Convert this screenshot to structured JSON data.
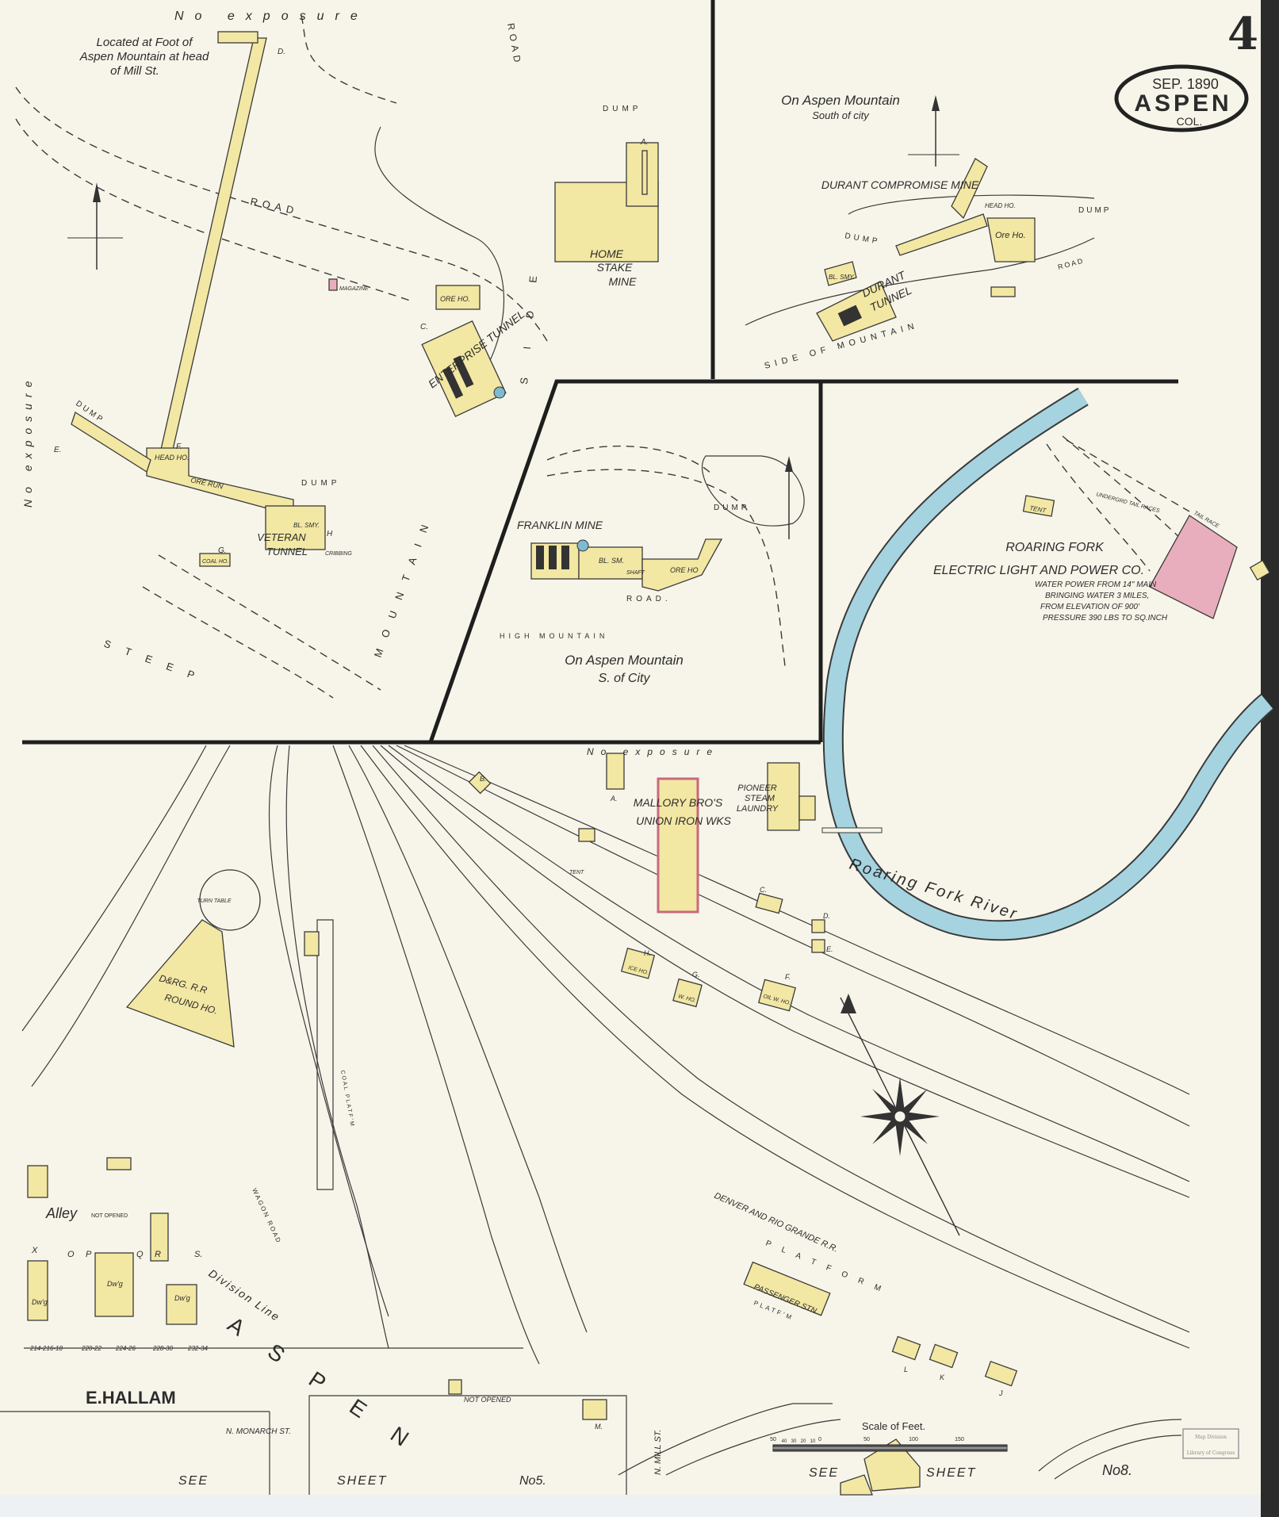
{
  "sheet": {
    "number": "4",
    "cartouche": {
      "date": "SEP. 1890",
      "city": "ASPEN",
      "state": "COL."
    },
    "stamp": {
      "line1": "Map Division",
      "line2": "Library of Congress"
    }
  },
  "colors": {
    "paper": "#f7f5e9",
    "building_frame": "#f2e7a3",
    "building_brick": "#e9aebd",
    "river": "#a6d3e0"
  },
  "top_left_panel": {
    "location_note": [
      "Located at Foot of",
      "Aspen Mountain at head",
      "of Mill St."
    ],
    "no_exposure_top": "No exposure",
    "no_exposure_left": "No exposure",
    "road": "ROAD",
    "road2": "ROAD",
    "home_stake": [
      "HOME",
      "STAKE",
      "MINE"
    ],
    "enterprise": "ENTERPRISE TUNNEL",
    "veteran": [
      "VETERAN",
      "TUNNEL"
    ],
    "dump1": "DUMP",
    "dump2": "DUMP",
    "dump3": "DUMP",
    "steep": "S T E E P",
    "mountain": "M O U N T A I N",
    "side": "S I D E",
    "head_ho": "HEAD HO.",
    "ore_run": "ORE RUN",
    "ore_ho": "ORE HO.",
    "magazine": "MAGAZINE",
    "cribbing": "CRIBBING",
    "bl_smy": "BL. SMY.",
    "coal_ho": "COAL HO.",
    "letters": [
      "A.",
      "C.",
      "D.",
      "E.",
      "F.",
      "G.",
      "H"
    ]
  },
  "top_right_panel": {
    "location": [
      "On Aspen Mountain",
      "South of city"
    ],
    "mine": "DURANT COMPROMISE MINE",
    "tunnel": [
      "DURANT",
      "TUNNEL"
    ],
    "side": "SIDE OF MOUNTAIN",
    "dump1": "DUMP",
    "dump2": "DUMP",
    "ore_ho": "Ore Ho.",
    "head_ho": "HEAD HO.",
    "road": "ROAD",
    "bl_smy": "BL. SMY."
  },
  "franklin_panel": {
    "mine": "FRANKLIN MINE",
    "road": "ROAD.",
    "high_mountain": "HIGH MOUNTAIN",
    "location": [
      "On Aspen Mountain",
      "S. of City"
    ],
    "dump": "DUMP",
    "ore_ho": "ORE HO",
    "bl_sm": "BL. SM.",
    "shaft": "SHAFT"
  },
  "power_panel": {
    "name": [
      "ROARING FORK",
      "ELECTRIC LIGHT AND POWER CO."
    ],
    "notes": [
      "WATER POWER FROM 14\" MAIN",
      "BRINGING WATER 3 MILES,",
      "FROM ELEVATION OF 900'",
      "PRESSURE 390 LBS TO SQ.INCH"
    ],
    "tent": "TENT",
    "tail_races": "UNDERGRD TAIL RACES",
    "tail_race": "TAIL RACE"
  },
  "lower_area": {
    "no_exposure": "No exposure",
    "river": "Roaring Fork River",
    "mallory": [
      "MALLORY BRO'S",
      "UNION IRON WKS"
    ],
    "laundry": [
      "PIONEER",
      "STEAM",
      "LAUNDRY"
    ],
    "turn_table": "TURN TABLE",
    "round_house": [
      "D&RG. R.R",
      "ROUND HO."
    ],
    "railroad": "DENVER AND RIO GRANDE R.R.",
    "platform1": "P L A T F O R M",
    "platform2": "PLATF'M",
    "passenger": "PASSENGER STN.",
    "coal_platform": "COAL PLATF'M",
    "wagon_road": "WAGON ROAD",
    "alley": "Alley",
    "alley_note": "NOT OPENED",
    "division": "Division Line",
    "aspen": "A S P E N",
    "street": "E.HALLAM",
    "monarch": "N. MONARCH ST.",
    "not_opened": "NOT OPENED",
    "mill": "N. MILL ST.",
    "lot_letters": [
      "X",
      "O",
      "P",
      "Q",
      "R",
      "S."
    ],
    "addresses": [
      "214-216-18",
      "220-22",
      "224-26",
      "228-30",
      "232-34"
    ],
    "dwg": "Dw'g",
    "see_left": [
      "SEE",
      "SHEET",
      "No5."
    ],
    "see_right": [
      "SEE",
      "SHEET",
      "No8."
    ],
    "building_letters": [
      "B.",
      "A.",
      "C.",
      "D.",
      "E.",
      "F.",
      "G.",
      "H.",
      "J",
      "K",
      "L",
      "M."
    ],
    "ice_ho": "ICE HO.",
    "oil_ho": "OIL W. HO.",
    "w_ho": "W. HO.",
    "tent": "TENT"
  },
  "scale": {
    "title": "Scale of Feet.",
    "ticks": [
      "50",
      "40",
      "30",
      "20",
      "10",
      "0",
      "50",
      "100",
      "150"
    ]
  }
}
